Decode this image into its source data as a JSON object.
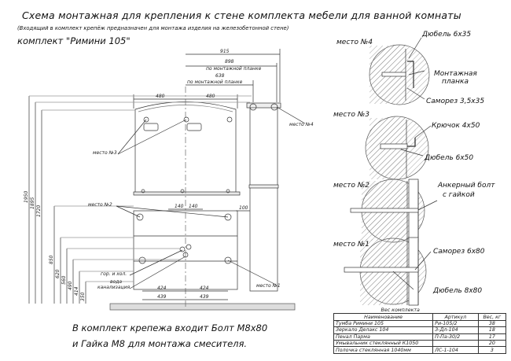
{
  "title": "Схема монтажная для крепления к стене комплекта мебели для ванной комнаты",
  "subtitle": "(Входящий в комплект крепёж предназначен для монтажа изделия на железобетонной стене)",
  "kit_label": "комплект \"Римини 105\"",
  "front_view": {
    "dims": {
      "d915": "915",
      "d898": "898",
      "d898_label": "по монтажной планке",
      "d638": "638",
      "d638_label": "по монтажной планке",
      "d480a": "480",
      "d480b": "480",
      "d140a": "140",
      "d140b": "140",
      "d100": "100",
      "d424a": "424",
      "d424b": "424",
      "d439a": "439",
      "d439b": "439",
      "heights": [
        "1950",
        "1895",
        "1720",
        "850",
        "620",
        "560",
        "490",
        "414",
        "350"
      ]
    },
    "callouts": {
      "m1": "место №1",
      "m2": "место №2",
      "m3": "место №3",
      "m4": "место №4",
      "hot_cold": "гор. и хол.",
      "water": "вода",
      "sewer": "канализация"
    }
  },
  "details": [
    {
      "place": "место №4",
      "labels": [
        "Дюбель 6х35",
        "Монтажная",
        "планка",
        "Саморез 3,5х35"
      ]
    },
    {
      "place": "место №3",
      "labels": [
        "Крючок 4х50",
        "Дюбель 6х50"
      ]
    },
    {
      "place": "место №2",
      "labels": [
        "Анкерный болт",
        "с гайкой"
      ]
    },
    {
      "place": "место №1",
      "labels": [
        "Саморез 6х80",
        "Дюбель 8х80"
      ]
    }
  ],
  "bottom_note": {
    "line1": "В комплект крепежа входит Болт М8х80",
    "line2": "и Гайка М8 для монтажа смесителя."
  },
  "weight_table": {
    "caption": "Вес комплекта",
    "headers": [
      "Наименование",
      "Артикул",
      "Вес, кг"
    ],
    "rows": [
      [
        "Тумба Римини 105",
        "Ри-105/2",
        "38"
      ],
      [
        "Зеркало Делакс 104",
        "З-Дл-104",
        "18"
      ],
      [
        "Пенал Парма",
        "П-Па-30/2",
        "17"
      ],
      [
        "Умывальник стеклянный К1050",
        "",
        "20"
      ],
      [
        "Полочка стеклянная 1040мм",
        "ЛС-1-104",
        "3"
      ]
    ]
  }
}
